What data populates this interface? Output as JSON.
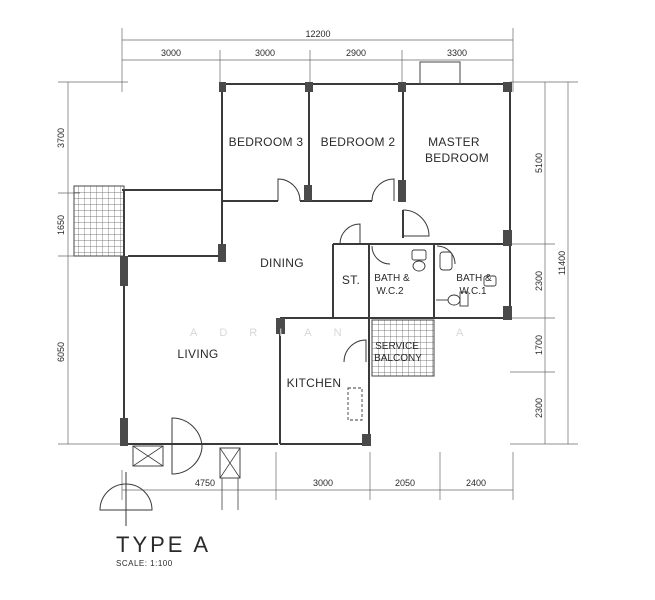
{
  "plan": {
    "title": "TYPE A",
    "scale": "SCALE: 1:100",
    "watermark": "ADRIAN",
    "watermark_tail": "A",
    "colors": {
      "line": "#3a3a3a",
      "column": "#4a4a4a",
      "paper": "#ffffff"
    }
  },
  "dimensions": {
    "top_total": "12200",
    "top": [
      "3000",
      "3000",
      "2900",
      "3300"
    ],
    "left": [
      "3700",
      "1650",
      "6050"
    ],
    "right": [
      "5100",
      "2300",
      "1700",
      "2300"
    ],
    "right_total": "11400",
    "bottom": [
      "4750",
      "3000",
      "2050",
      "2400"
    ]
  },
  "rooms": {
    "bedroom3": "BEDROOM 3",
    "bedroom2": "BEDROOM 2",
    "master_line1": "MASTER",
    "master_line2": "BEDROOM",
    "dining": "DINING",
    "store": "ST.",
    "bath2_line1": "BATH &",
    "bath2_line2": "W.C.2",
    "bath1_line1": "BATH &",
    "bath1_line2": "W.C.1",
    "service_line1": "SERVICE",
    "service_line2": "BALCONY",
    "living": "LIVING",
    "kitchen": "KITCHEN"
  }
}
